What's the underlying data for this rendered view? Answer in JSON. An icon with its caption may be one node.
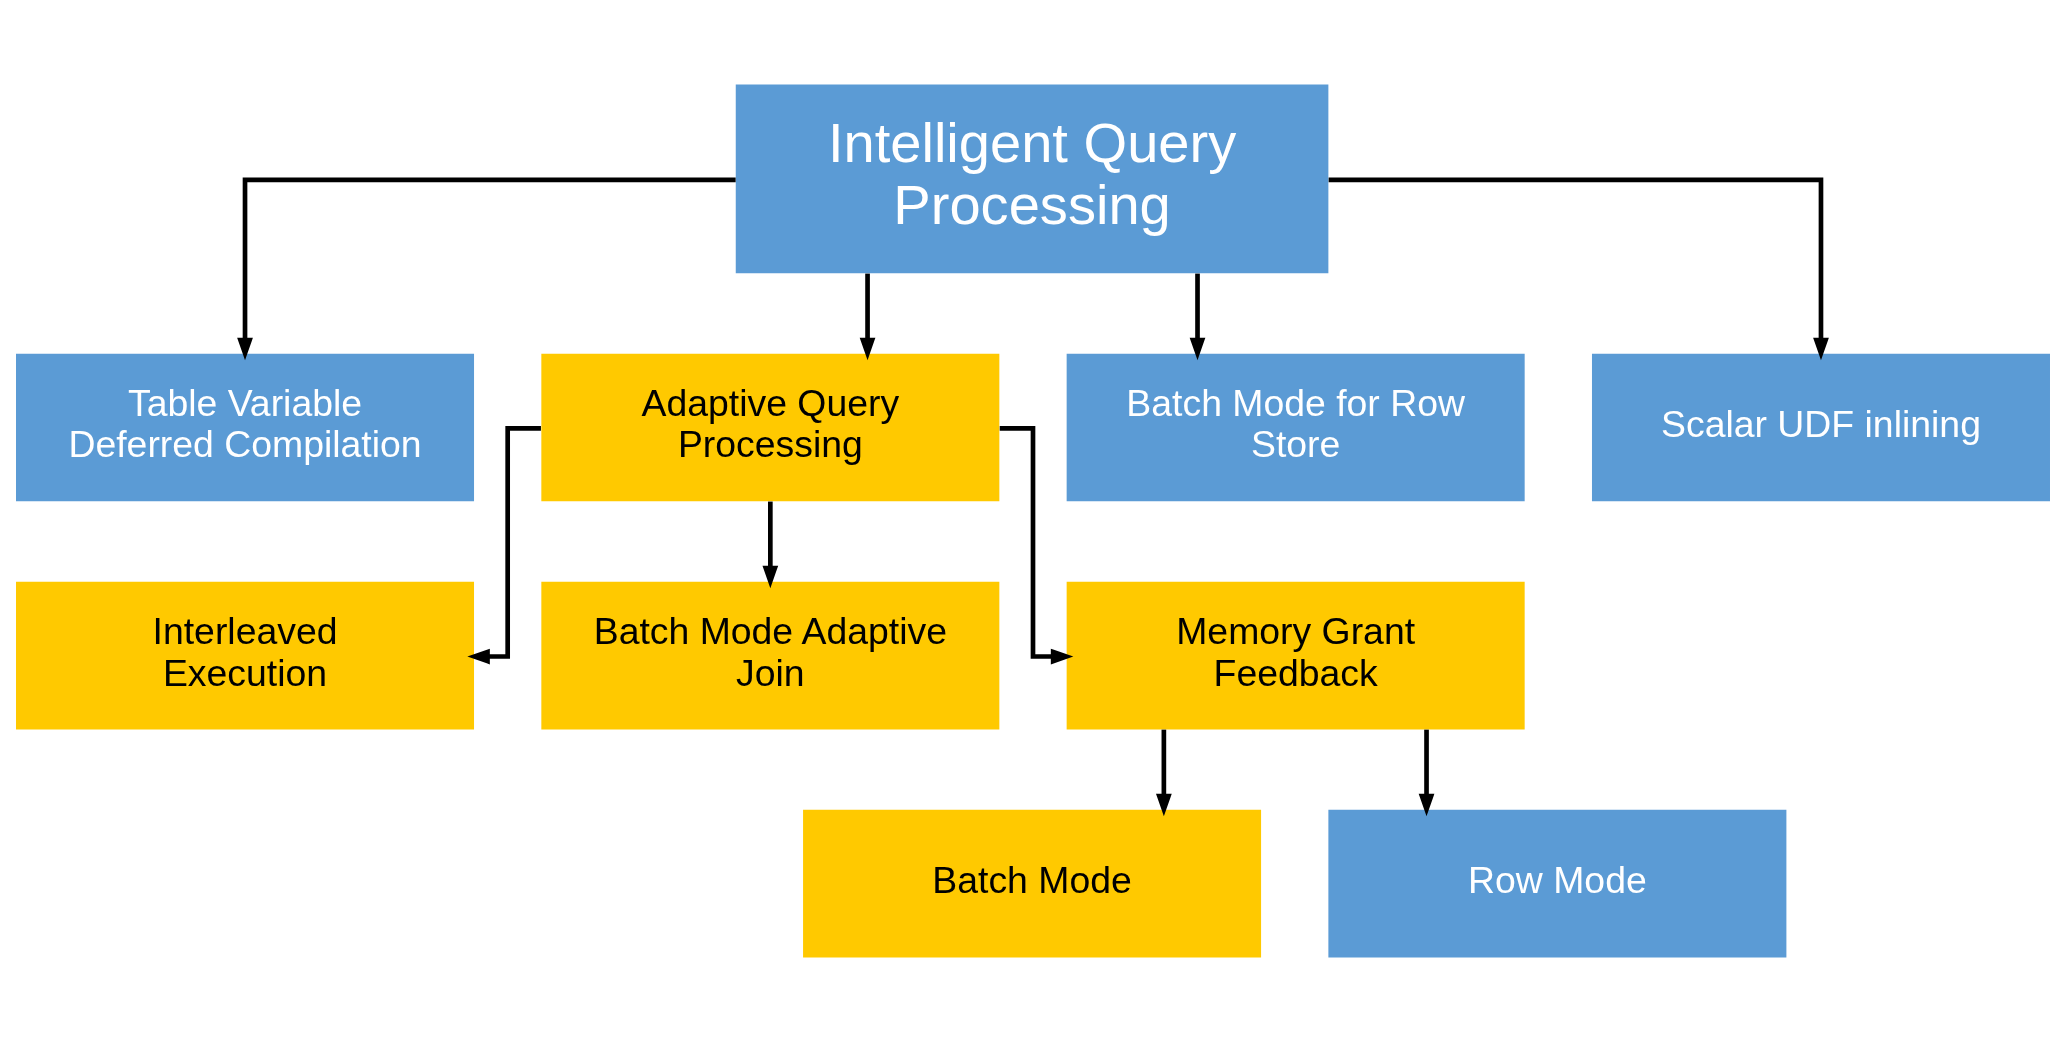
{
  "diagram": {
    "nodes": [
      {
        "text": [
          "Intelligent Query Processing"
        ]
      },
      {
        "text": [
          "Table Variable Deferred Compilation"
        ]
      },
      {
        "text": [
          "Adaptive Query Processing"
        ]
      },
      {
        "text": [
          "Batch Mode for Row Store"
        ]
      },
      {
        "text": [
          "Scalar UDF inlining"
        ]
      },
      {
        "text": [
          "Interleaved Execution"
        ]
      },
      {
        "text": [
          "Batch Mode Adaptive Join"
        ]
      },
      {
        "text": [
          "Memory Grant Feedback"
        ]
      },
      {
        "text": [
          "Batch Mode"
        ]
      },
      {
        "text": [
          "Row Mode"
        ]
      }
    ],
    "edges": [
      {
        "from": 0,
        "to": 1,
        "arrow": "to"
      },
      {
        "from": 0,
        "to": 2,
        "arrow": "to"
      },
      {
        "from": 0,
        "to": 3,
        "arrow": "to"
      },
      {
        "from": 0,
        "to": 4,
        "arrow": "to"
      },
      {
        "from": 2,
        "to": 5,
        "arrow": "to"
      },
      {
        "from": 2,
        "to": 6,
        "arrow": "to"
      },
      {
        "from": 2,
        "to": 7,
        "arrow": "to"
      },
      {
        "from": 7,
        "to": 8,
        "arrow": "to"
      },
      {
        "from": 7,
        "to": 9,
        "arrow": "to"
      }
    ]
  }
}
